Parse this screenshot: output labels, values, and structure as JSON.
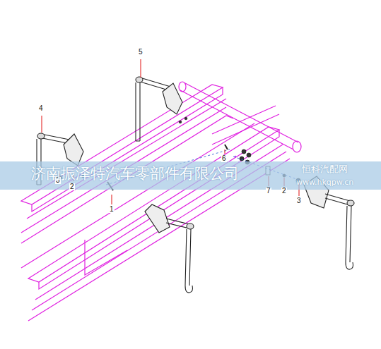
{
  "diagram": {
    "labels": [
      "5",
      "4",
      "3",
      "2",
      "1",
      "6",
      "7",
      "2",
      "3",
      "济南振泽特汽车零部件有限公司",
      "恒科汽配网",
      "www.hkqpw.cn"
    ]
  }
}
